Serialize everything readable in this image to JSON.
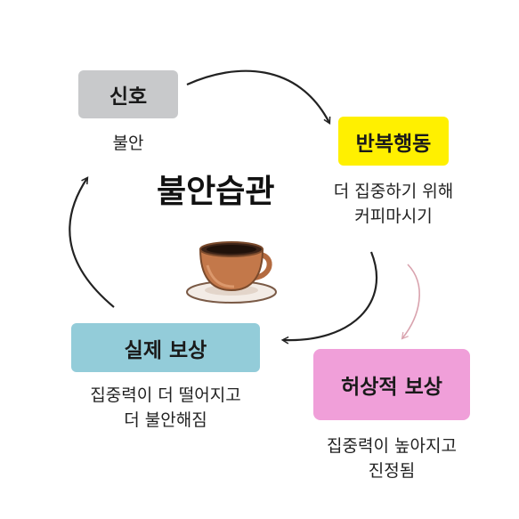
{
  "title": "불안습관",
  "nodes": {
    "cue": {
      "label": "신호",
      "desc": [
        "불안"
      ],
      "color": "#c8c9cb"
    },
    "routine": {
      "label": "반복행동",
      "desc": [
        "더 집중하기 위해",
        "커피마시기"
      ],
      "color": "#fff000"
    },
    "false_reward": {
      "label": "허상적 보상",
      "desc": [
        "집중력이 높아지고",
        "진정됨"
      ],
      "color": "#f09fd9"
    },
    "real_reward": {
      "label": "실제 보상",
      "desc": [
        "집중력이 더 떨어지고",
        "더 불안해짐"
      ],
      "color": "#93ccd9"
    }
  },
  "icons": {
    "center": "coffee-cup-icon"
  },
  "colors": {
    "arrow": "#222222",
    "side_arrow": "#d9a3ae"
  }
}
